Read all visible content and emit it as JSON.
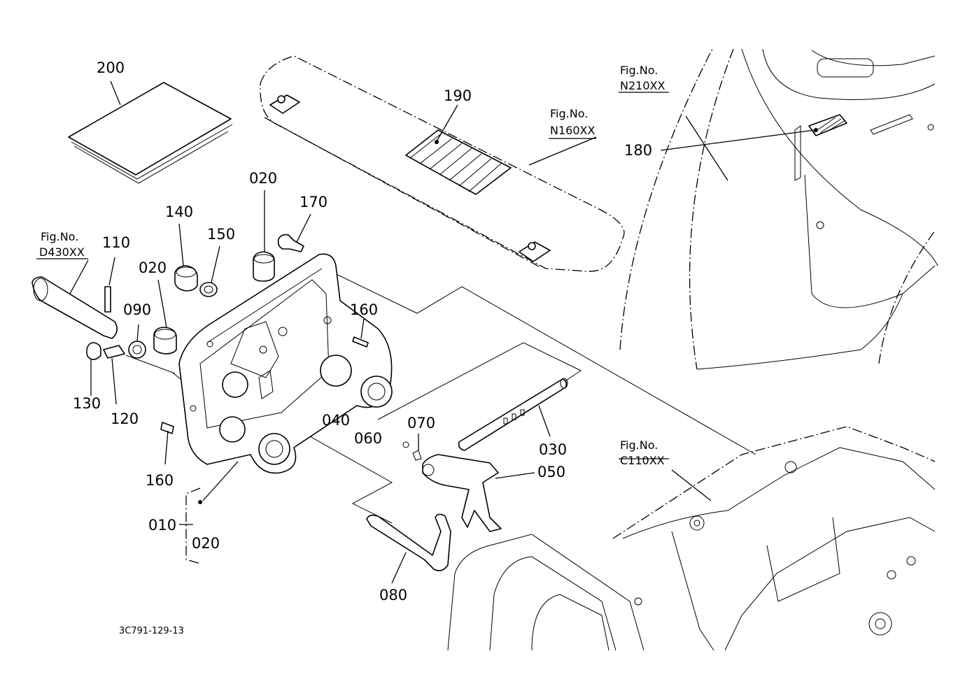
{
  "diagram_code": "3C791-129-13",
  "fig_label": "Fig.No.",
  "figure_refs": [
    "D430XX",
    "N160XX",
    "N210XX",
    "C110XX"
  ],
  "part_numbers": {
    "p200": "200",
    "p190": "190",
    "p180": "180",
    "p170": "170",
    "p160a": "160",
    "p160b": "160",
    "p150": "150",
    "p140": "140",
    "p130": "130",
    "p120": "120",
    "p110": "110",
    "p090": "090",
    "p080": "080",
    "p070": "070",
    "p060": "060",
    "p050": "050",
    "p040": "040",
    "p030": "030",
    "p020a": "020",
    "p020b": "020",
    "p020c": "020",
    "p010": "010"
  }
}
